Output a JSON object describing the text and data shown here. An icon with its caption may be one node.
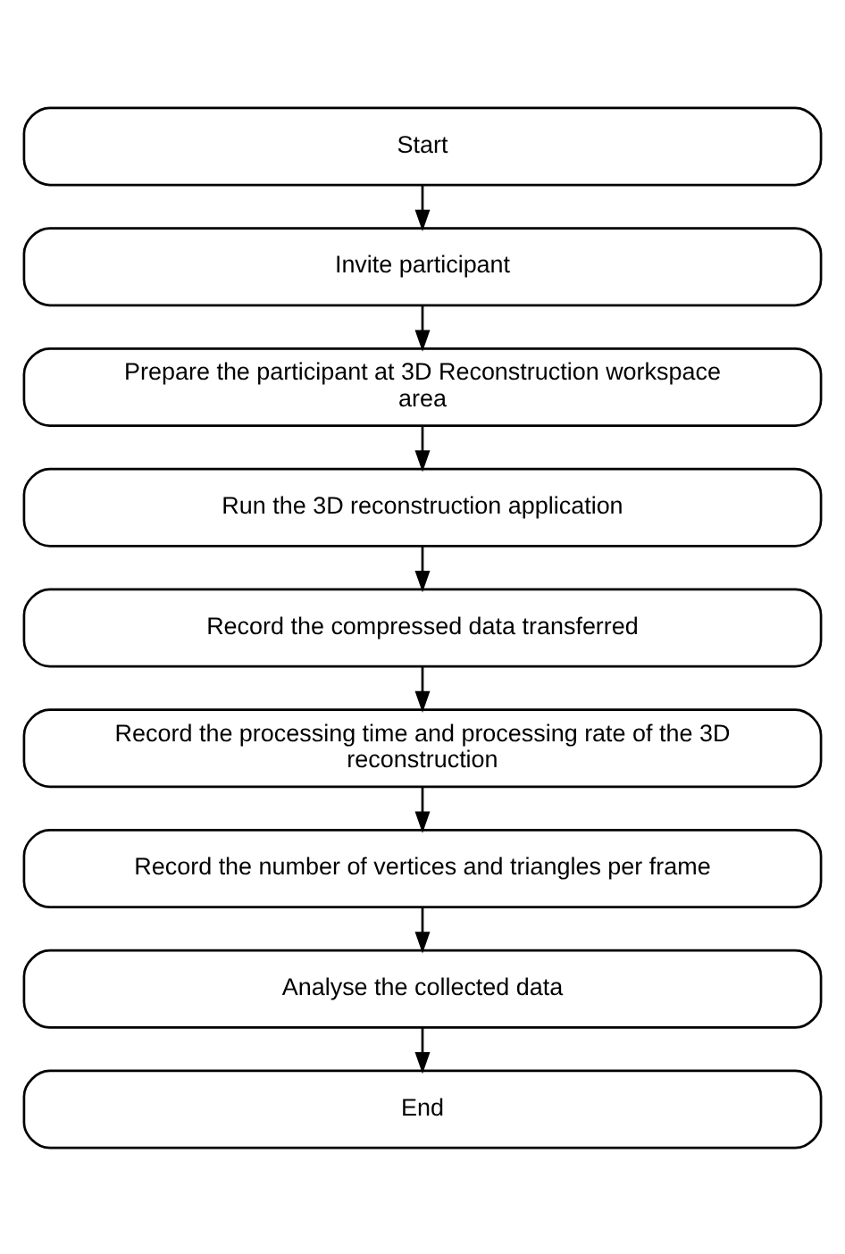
{
  "diagram": {
    "nodes": [
      {
        "text": [
          "Start"
        ]
      },
      {
        "text": [
          "Invite participant"
        ]
      },
      {
        "text": [
          "Prepare the participant at 3D Reconstruction workspace area"
        ]
      },
      {
        "text": [
          "Run the 3D reconstruction application"
        ]
      },
      {
        "text": [
          "Record the compressed data transferred"
        ]
      },
      {
        "text": [
          "Record the processing time and processing rate of the 3D reconstruction"
        ]
      },
      {
        "text": [
          "Record the number of vertices and triangles per frame"
        ]
      },
      {
        "text": [
          "Analyse the collected data"
        ]
      },
      {
        "text": [
          "End"
        ]
      }
    ],
    "edges": [
      {
        "from": 0,
        "to": 1,
        "arrow": "to"
      },
      {
        "from": 1,
        "to": 2,
        "arrow": "to"
      },
      {
        "from": 2,
        "to": 3,
        "arrow": "to"
      },
      {
        "from": 3,
        "to": 4,
        "arrow": "to"
      },
      {
        "from": 4,
        "to": 5,
        "arrow": "to"
      },
      {
        "from": 5,
        "to": 6,
        "arrow": "to"
      },
      {
        "from": 6,
        "to": 7,
        "arrow": "to"
      },
      {
        "from": 7,
        "to": 8,
        "arrow": "to"
      }
    ]
  }
}
